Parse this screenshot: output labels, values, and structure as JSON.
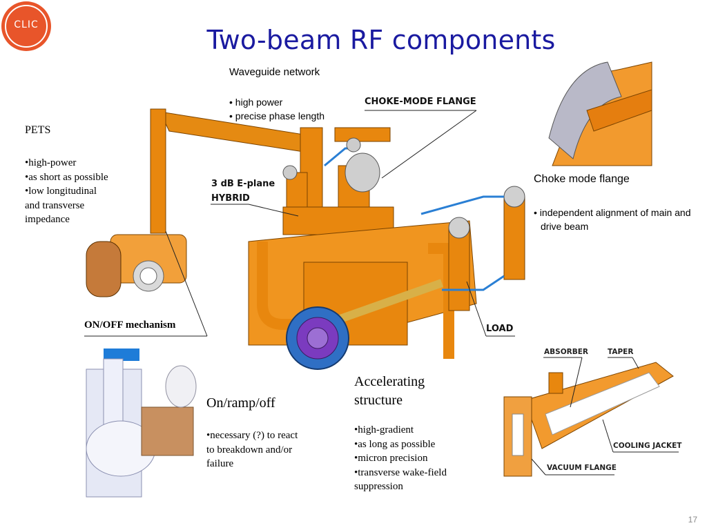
{
  "title": "Two-beam RF components",
  "logo": {
    "text": "CLIC",
    "colors": {
      "outer": "#e8552a",
      "inner": "#ffffff"
    }
  },
  "waveguide": {
    "heading": "Waveguide network",
    "bullets": [
      "• high power",
      "• precise phase length"
    ]
  },
  "pets": {
    "heading": "PETS",
    "bullets": [
      "•high-power",
      "•as short as possible",
      "•low longitudinal",
      "and transverse",
      "impedance"
    ]
  },
  "labels": {
    "choke_mode_flange_caps": "CHOKE-MODE FLANGE",
    "hybrid_line1": "3 dB E-plane",
    "hybrid_line2": "HYBRID",
    "onoff_mechanism": "ON/OFF mechanism",
    "load": "LOAD",
    "absorber": "ABSORBER",
    "taper": "TAPER",
    "cooling_jacket": "COOLING JACKET",
    "vacuum_flange": "VACUUM FLANGE"
  },
  "choke": {
    "heading": "Choke mode flange",
    "bullets": [
      "• independent alignment of main and",
      "drive beam"
    ]
  },
  "onramp": {
    "heading": "On/ramp/off",
    "bullets": [
      "•necessary (?) to react",
      "to breakdown and/or",
      "failure"
    ]
  },
  "accelerating": {
    "heading_line1": "Accelerating",
    "heading_line2": "structure",
    "bullets": [
      "•high-gradient",
      "•as long as possible",
      "•micron precision",
      "•transverse wake-field",
      "suppression"
    ]
  },
  "page_number": "17",
  "colors": {
    "title": "#1a1aa0",
    "copper_orange": "#e8870e",
    "pipe_blue": "#2a7fd4"
  }
}
